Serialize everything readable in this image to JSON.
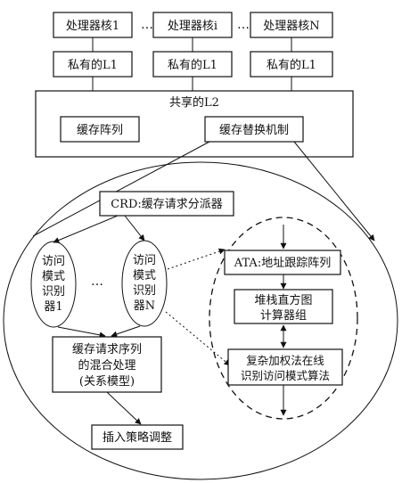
{
  "cores": {
    "core1": "处理器核1",
    "corei": "处理器核i",
    "coreN": "处理器核N",
    "ellipsis": "…"
  },
  "l1": {
    "l1_1": "私有的L1",
    "l1_i": "私有的L1",
    "l1_N": "私有的L1"
  },
  "l2": {
    "title": "共享的L2",
    "array": "缓存阵列",
    "replacement": "缓存替换机制"
  },
  "crd": "CRD:缓存请求分派器",
  "recognizers": {
    "r1": [
      "访问",
      "模式",
      "识别",
      "器1"
    ],
    "rN": [
      "访问",
      "模式",
      "识别",
      "器N"
    ],
    "ellipsis": "…"
  },
  "mixed": [
    "缓存请求序列",
    "的混合处理",
    "(关系模型)"
  ],
  "insert": "插入策略调整",
  "ata": "ATA:地址跟踪阵列",
  "histogram": [
    "堆栈直方图",
    "计算器组"
  ],
  "algo": [
    "复杂加权法在线",
    "识别访问模式算法"
  ],
  "colors": {
    "stroke": "#111111",
    "background": "#ffffff"
  }
}
